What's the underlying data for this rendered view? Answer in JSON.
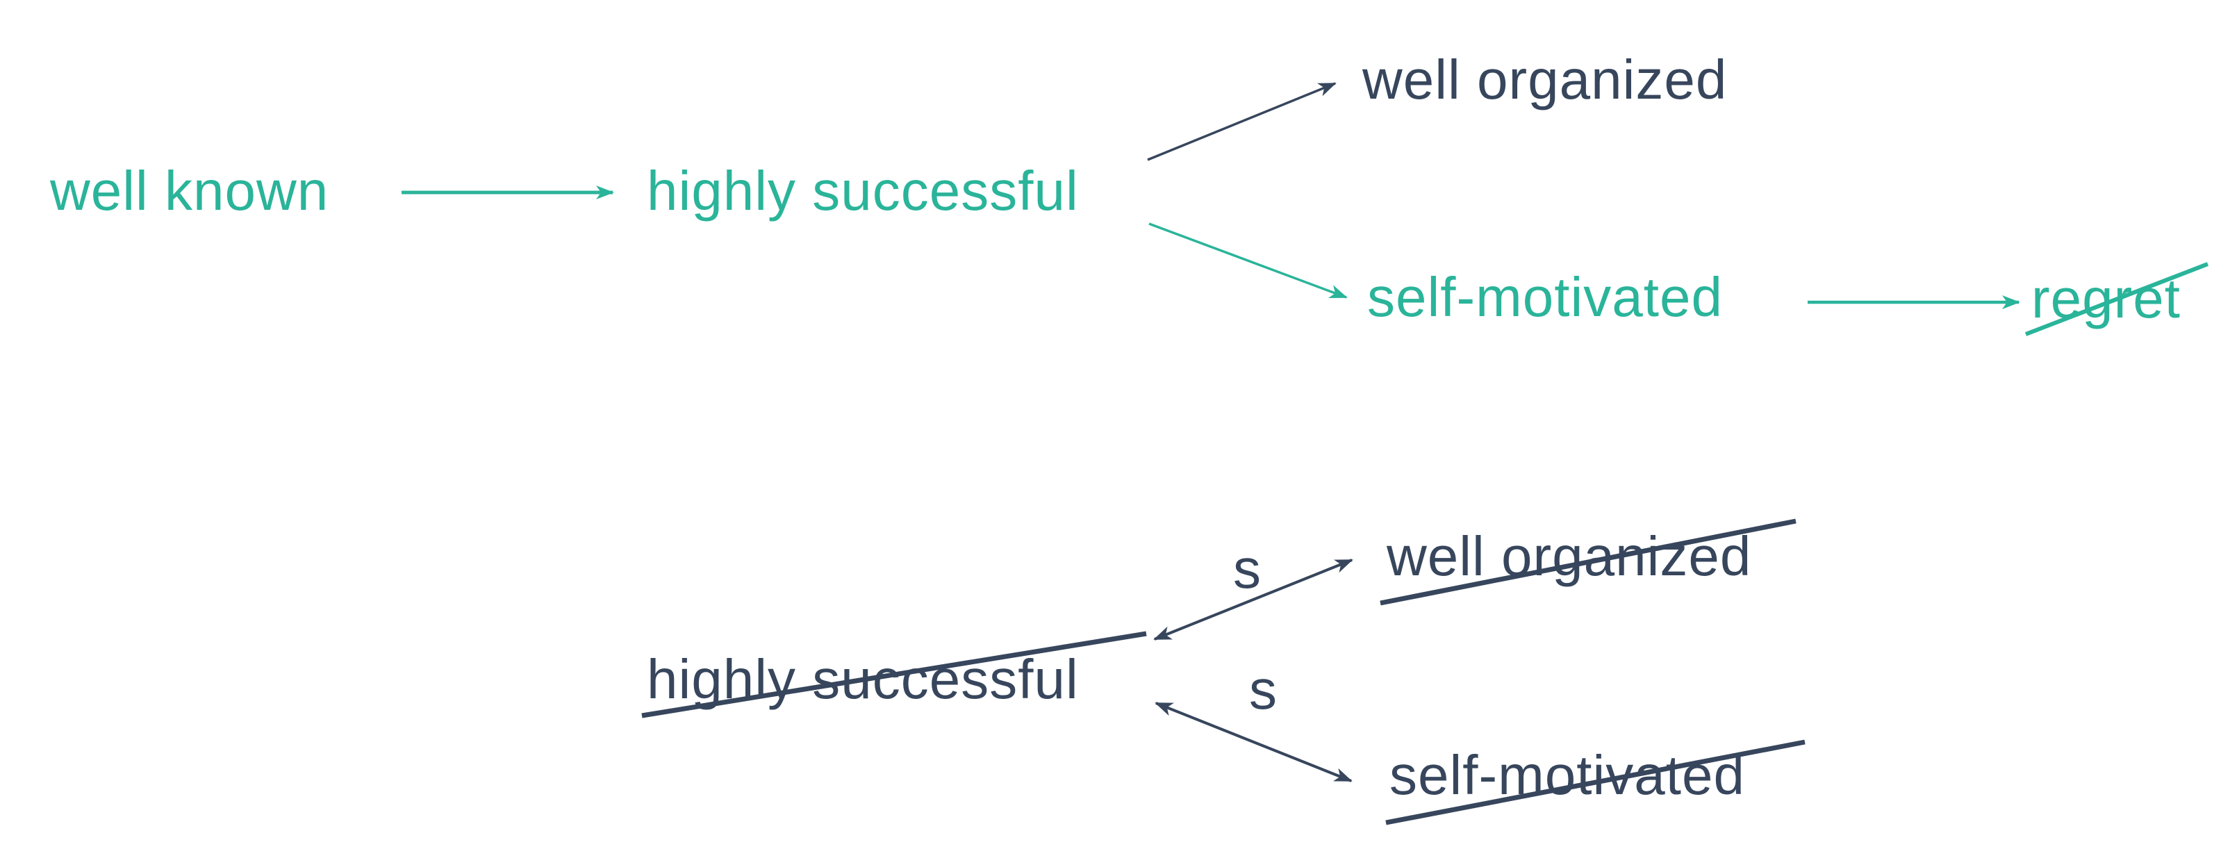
{
  "colors": {
    "teal": "#2ab49a",
    "navy": "#37465c",
    "background": "#ffffff"
  },
  "top_diagram": {
    "nodes": {
      "well_known": {
        "label": "well known",
        "color": "teal",
        "struck": false
      },
      "highly_successful": {
        "label": "highly successful",
        "color": "teal",
        "struck": false
      },
      "well_organized": {
        "label": "well organized",
        "color": "navy",
        "struck": false
      },
      "self_motivated": {
        "label": "self-motivated",
        "color": "teal",
        "struck": false
      },
      "regret": {
        "label": "regret",
        "color": "teal",
        "struck": true
      }
    },
    "edges": [
      {
        "from": "well known",
        "to": "highly successful",
        "color": "teal",
        "arrowheads": "end"
      },
      {
        "from": "highly successful",
        "to": "well organized",
        "color": "navy",
        "arrowheads": "end"
      },
      {
        "from": "highly successful",
        "to": "self-motivated",
        "color": "teal",
        "arrowheads": "end"
      },
      {
        "from": "self-motivated",
        "to": "regret",
        "color": "teal",
        "arrowheads": "end"
      }
    ]
  },
  "bottom_diagram": {
    "nodes": {
      "highly_successful": {
        "label": "highly successful",
        "color": "navy",
        "struck": true
      },
      "well_organized": {
        "label": "well organized",
        "color": "navy",
        "struck": true
      },
      "self_motivated": {
        "label": "self-motivated",
        "color": "navy",
        "struck": true
      }
    },
    "edges": [
      {
        "from": "highly successful",
        "to": "well organized",
        "label": "s",
        "color": "navy",
        "arrowheads": "both"
      },
      {
        "from": "highly successful",
        "to": "self-motivated",
        "label": "s",
        "color": "navy",
        "arrowheads": "both"
      }
    ]
  }
}
